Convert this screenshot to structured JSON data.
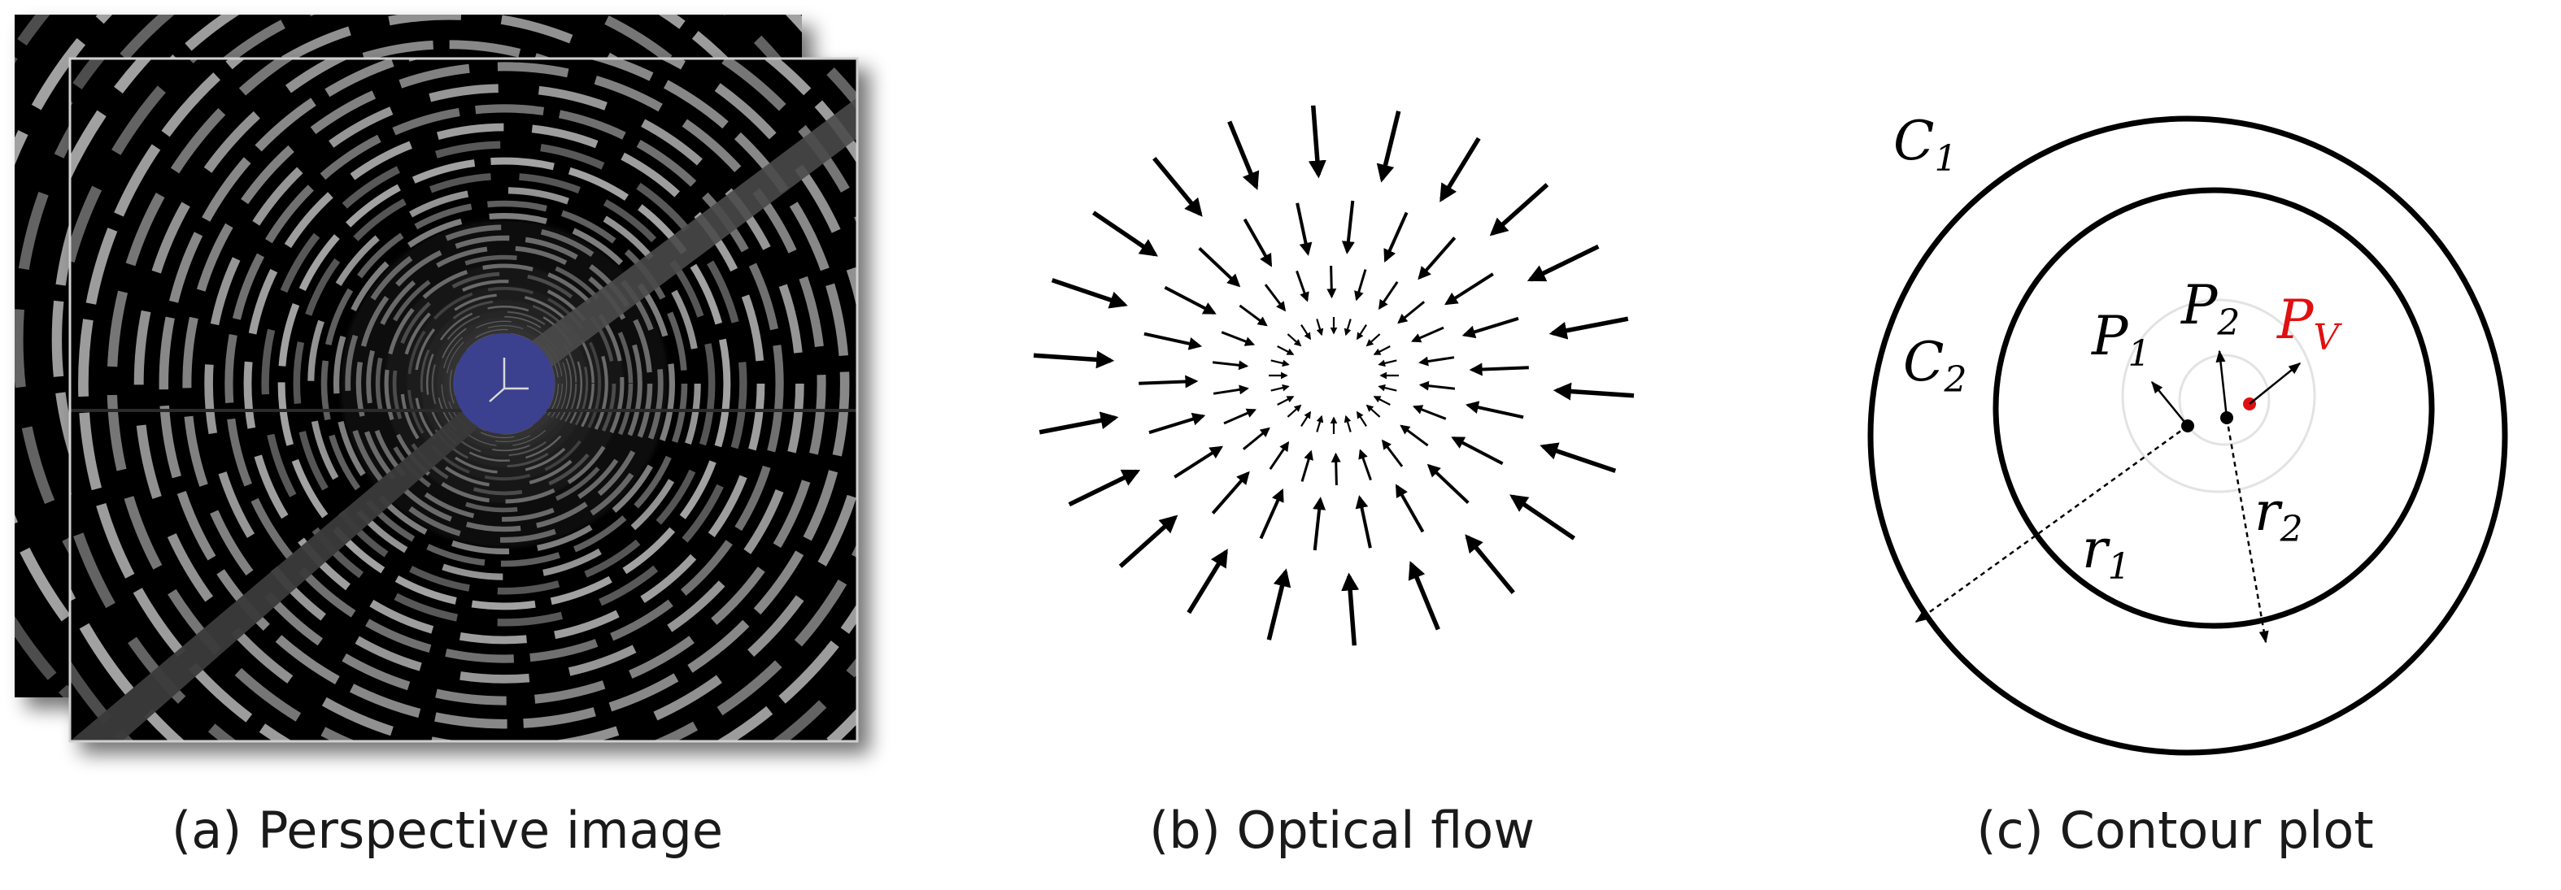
{
  "panels": [
    {
      "caption": "(a) Perspective image"
    },
    {
      "caption": "(b) Optical flow"
    },
    {
      "caption": "(c) Contour plot"
    }
  ],
  "contour": {
    "c1": {
      "base": "C",
      "sub": "1"
    },
    "c2": {
      "base": "C",
      "sub": "2"
    },
    "p1": {
      "base": "P",
      "sub": "1"
    },
    "p2": {
      "base": "P",
      "sub": "2"
    },
    "pv": {
      "base": "P",
      "sub": "V"
    },
    "r1": {
      "base": "r",
      "sub": "1"
    },
    "r2": {
      "base": "r",
      "sub": "2"
    }
  },
  "colors": {
    "vanishing_point": "#e01010",
    "tunnel_center": "#3a3f8f",
    "stroke": "#000000"
  }
}
